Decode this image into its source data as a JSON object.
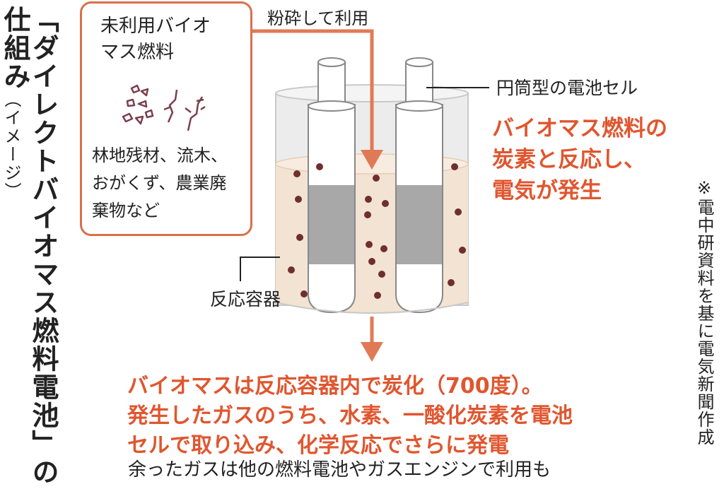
{
  "title": {
    "main": "「ダイレクトバイオマス燃料電池」の",
    "line2": "仕組み",
    "sub": "（イメージ）"
  },
  "input_box": {
    "title_lines": [
      "未利用バイオ",
      "マス燃料"
    ],
    "example_lines": [
      "林地残材、流木、",
      "おがくず、農業廃",
      "棄物など"
    ]
  },
  "labels": {
    "grind": "粉砕して利用",
    "cell": "円筒型の電池セル",
    "vessel": "反応容器"
  },
  "reaction_lines": [
    "バイオマス燃料の",
    "炭素と反応し、",
    "電気が発生"
  ],
  "process_lines": [
    "バイオマスは反応容器内で炭化（700度）。",
    "発生したガスのうち、水素、一酸化炭素を電池",
    "セルで取り込み、化学反応でさらに発電"
  ],
  "surplus": "余ったガスは他の燃料電池やガスエンジンで利用も",
  "source": "※電中研資料を基に電気新聞作成",
  "colors": {
    "accent": "#e0562f",
    "box_border": "#d9704a",
    "particle": "#6e2f2f",
    "fuel": "#f3e3d2"
  }
}
